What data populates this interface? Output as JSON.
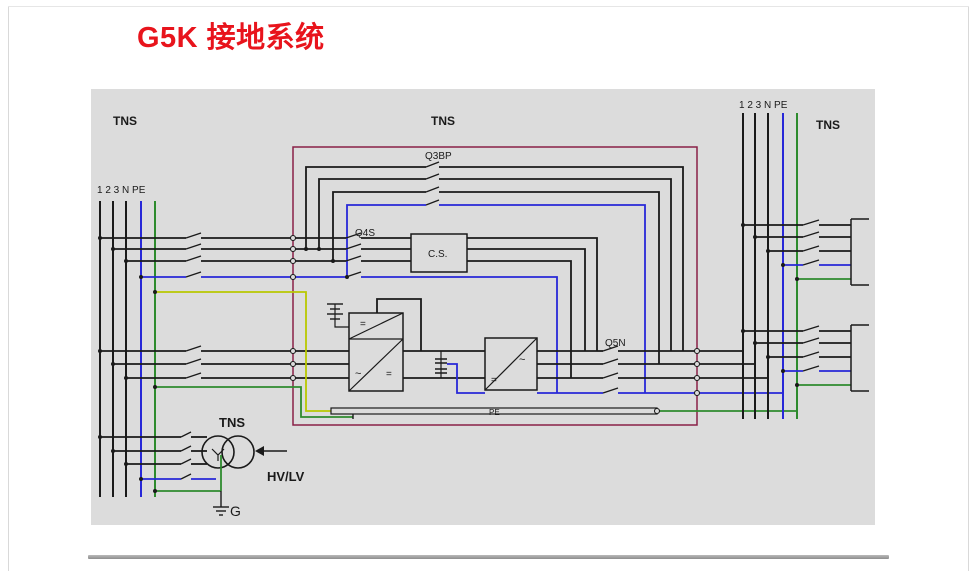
{
  "page": {
    "title": "G5K 接地系统"
  },
  "diagram": {
    "labels": {
      "tns_left": "TNS",
      "tns_center": "TNS",
      "tns_right": "TNS",
      "tns_transformer": "TNS",
      "phases_left": "1 2 3 N PE",
      "phases_right": "1 2 3 N PE",
      "q3bp": "Q3BP",
      "q4s": "Q4S",
      "q5n": "Q5N",
      "cs": "C.S.",
      "pe_bus": "PE",
      "hv_lv": "HV/LV",
      "ground": "G",
      "conv_eq": "=",
      "conv_ac": "~"
    },
    "colors": {
      "background": "#dcdcdc",
      "line": "#1a1a1a",
      "neutral": "#2828d8",
      "pe": "#2e8b2e",
      "pe_yellow": "#b8c800",
      "enclosure": "#8a2046",
      "title": "#e8141c"
    }
  }
}
